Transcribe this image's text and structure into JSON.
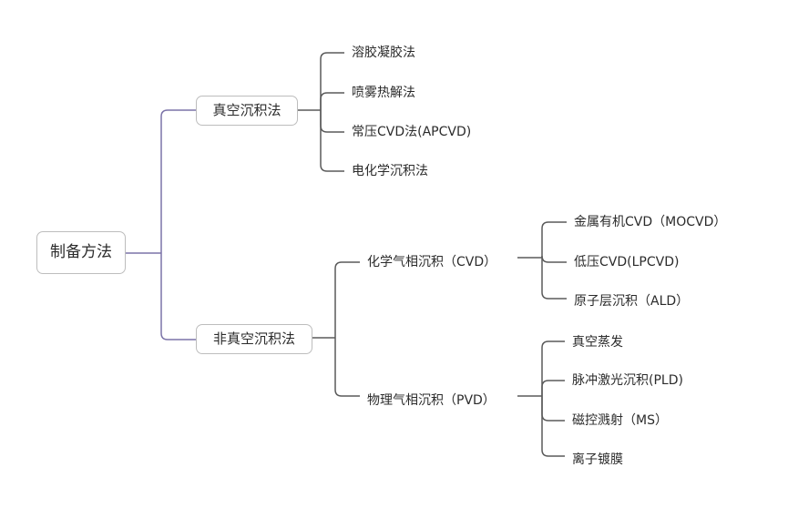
{
  "root": "制备方法",
  "branches": [
    {
      "label": "真空沉积法",
      "children": [
        "溶胶凝胶法",
        "喷雾热解法",
        "常压CVD法(APCVD)",
        "电化学沉积法"
      ]
    },
    {
      "label": "非真空沉积法",
      "children": [
        {
          "label": "化学气相沉积（CVD）",
          "children": [
            "金属有机CVD（MOCVD）",
            "低压CVD(LPCVD)",
            "原子层沉积（ALD）"
          ]
        },
        {
          "label": "物理气相沉积（PVD）",
          "children": [
            "真空蒸发",
            "脉冲激光沉积(PLD)",
            "磁控溅射（MS）",
            "离子镀膜"
          ]
        }
      ]
    }
  ],
  "colors": {
    "root_connector": "#7b73a8",
    "connector": "#5a5a5a",
    "node_border": "#bdbdbd"
  }
}
